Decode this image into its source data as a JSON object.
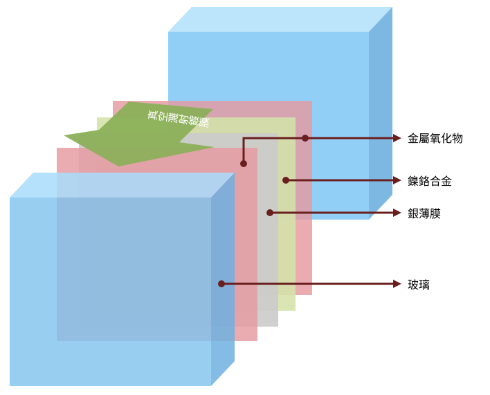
{
  "diagram": {
    "arrow_text": "真空濺射鍍膜",
    "labels": {
      "metal_oxide": "金屬氧化物",
      "nickel_chrome": "鎳鉻合金",
      "silver_film": "銀薄膜",
      "glass": "玻璃"
    },
    "colors": {
      "glass_front": "#7ec3ee",
      "glass_top": "#a8dcfb",
      "glass_side": "#6fb0e0",
      "pink_layer": "#e39aa0",
      "gray_layer": "#c9c9c9",
      "green_layer": "#cfe0a3",
      "arrow_fill": "#8cb05a",
      "leader_line": "#6a1f1f"
    }
  }
}
